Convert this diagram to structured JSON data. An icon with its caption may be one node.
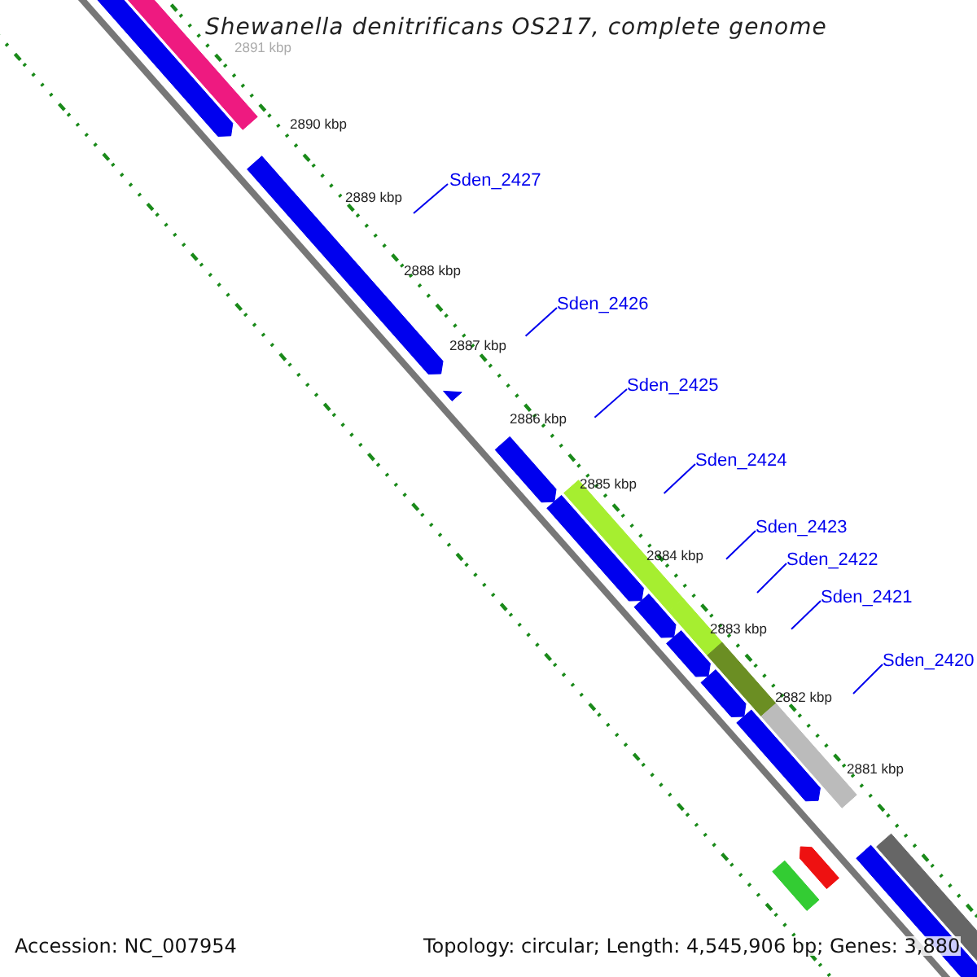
{
  "diagram": {
    "title": "Shewanella denitrificans OS217, complete genome",
    "nodes": [
      {
        "text": [
          "Sden_2427"
        ]
      },
      {
        "text": [
          "Sden_2426"
        ]
      },
      {
        "text": [
          "Sden_2425"
        ]
      },
      {
        "text": [
          "Sden_2424"
        ]
      },
      {
        "text": [
          "Sden_2423"
        ]
      },
      {
        "text": [
          "Sden_2422"
        ]
      },
      {
        "text": [
          "Sden_2421"
        ]
      },
      {
        "text": [
          "Sden_2420"
        ]
      }
    ],
    "edges": [
      {
        "from": 0,
        "to": null,
        "arrow": "none"
      },
      {
        "from": 1,
        "to": null,
        "arrow": "none"
      },
      {
        "from": 2,
        "to": null,
        "arrow": "none"
      },
      {
        "from": 3,
        "to": null,
        "arrow": "none"
      },
      {
        "from": 4,
        "to": null,
        "arrow": "none"
      },
      {
        "from": 5,
        "to": null,
        "arrow": "none"
      },
      {
        "from": 6,
        "to": null,
        "arrow": "none"
      },
      {
        "from": 7,
        "to": null,
        "arrow": "none"
      }
    ],
    "labels": [
      "2891 kbp",
      "2890 kbp",
      "2889 kbp",
      "2888 kbp",
      "2887 kbp",
      "2886 kbp",
      "2885 kbp",
      "2884 kbp",
      "2883 kbp",
      "2882 kbp",
      "2881 kbp",
      "Accession: NC_007954",
      "Topology: circular; Length: 4,545,906 bp; Genes: 3,880"
    ]
  }
}
